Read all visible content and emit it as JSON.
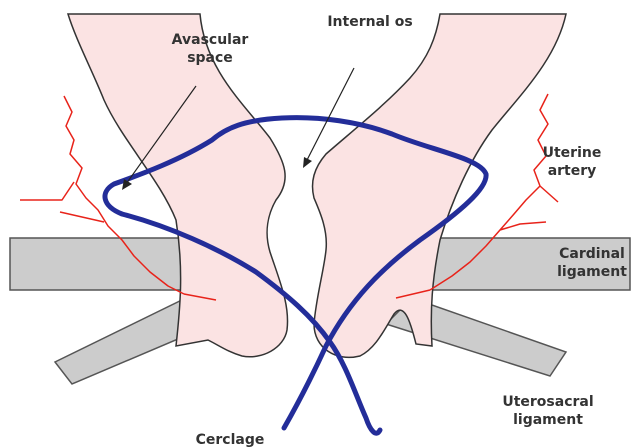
{
  "labels": {
    "avascular_line1": "Avascular",
    "avascular_line2": "space",
    "internal_os": "Internal os",
    "uterine_line1": "Uterine",
    "uterine_line2": "artery",
    "cardinal_line1": "Cardinal",
    "cardinal_line2": "ligament",
    "uterosacral_line1": "Uterosacral",
    "uterosacral_line2": "ligament",
    "cerclage": "Cerclage"
  },
  "colors": {
    "tissue": "#fbe3e3",
    "tissue_outline": "#333333",
    "ligament": "#cccccc",
    "ligament_outline": "#555555",
    "artery": "#e8231a",
    "suture": "#232d99",
    "text": "#333333"
  }
}
